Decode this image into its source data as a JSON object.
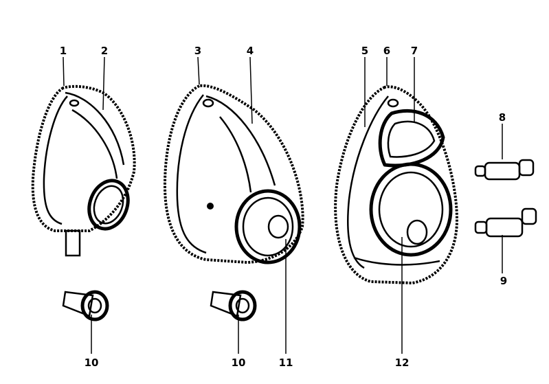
{
  "labels": {
    "p1": "1",
    "p2": "2",
    "p3": "3",
    "p4": "4",
    "p5": "5",
    "p6": "6",
    "p7": "7",
    "p8": "8",
    "p9": "9",
    "p10a": "10",
    "p10b": "10",
    "p11": "11",
    "p12": "12"
  }
}
